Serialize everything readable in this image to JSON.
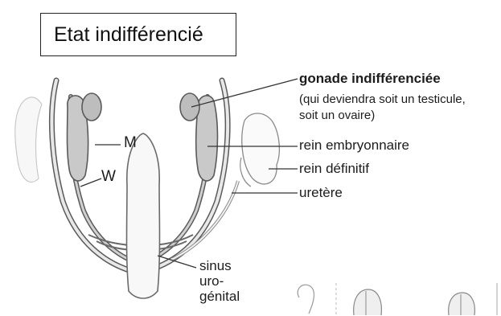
{
  "title": "Etat indifférencié",
  "labels": {
    "M": "M",
    "W": "W",
    "gonade": "gonade indifférenciée",
    "gonade_note_line1": "(qui deviendra soit un testicule,",
    "gonade_note_line2": "soit un ovaire)",
    "rein_embryonnaire": "rein embryonnaire",
    "rein_definitif": "rein définitif",
    "uretere": "uretère",
    "sinus_line1": "sinus",
    "sinus_line2": "uro-",
    "sinus_line3": "génital"
  },
  "colors": {
    "outline": "#5a5a5a",
    "fill_gray": "#c9c9c9",
    "fill_light": "#e6e6e6",
    "text": "#1c1c1c"
  }
}
